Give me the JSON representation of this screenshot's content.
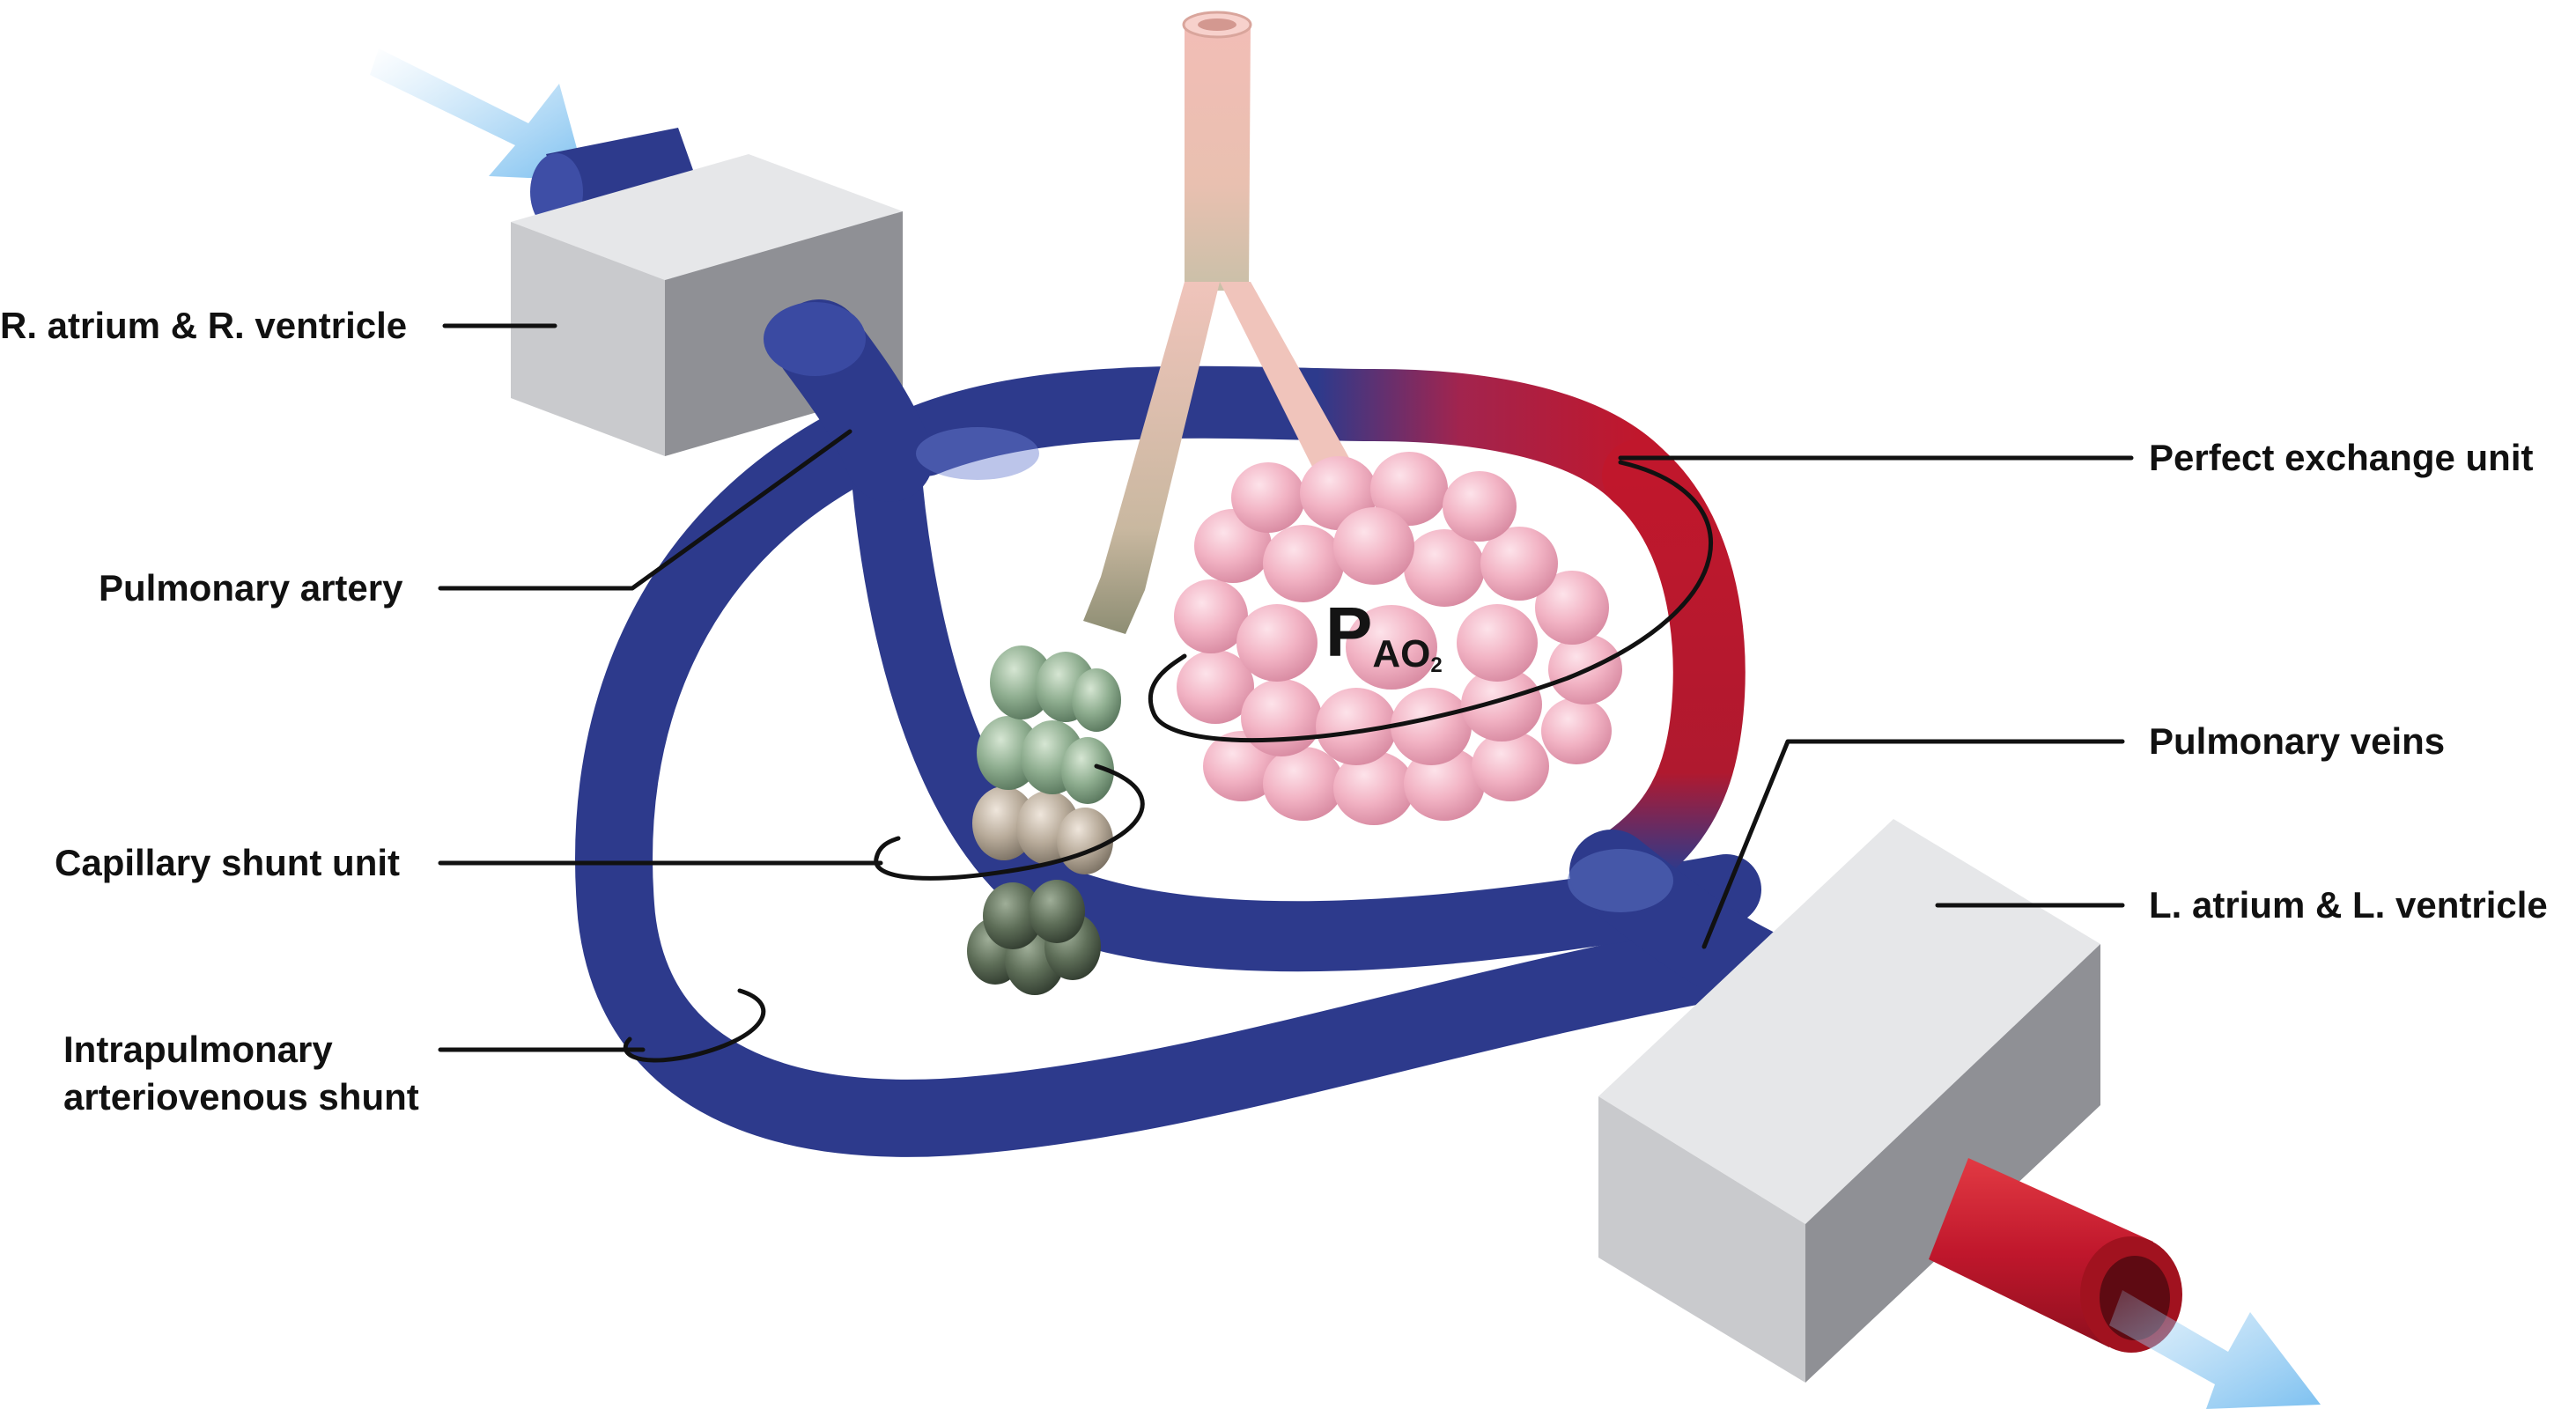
{
  "labels": {
    "r_heart": "R. atrium & R. ventricle",
    "pulmonary_artery": "Pulmonary artery",
    "capillary_shunt": "Capillary shunt unit",
    "ip_shunt_line1": "Intrapulmonary",
    "ip_shunt_line2": "arteriovenous shunt",
    "perfect_exchange": "Perfect exchange unit",
    "pulmonary_veins": "Pulmonary veins",
    "l_heart": "L. atrium & L. ventricle"
  },
  "alveolar_pressure": {
    "symbol": "P",
    "subscript": "A",
    "gas": "O",
    "gas_subscript": "2"
  },
  "colors": {
    "deoxygenated_vessel": "#2d3a8c",
    "oxygenated_vessel": "#c0172c",
    "heart_box": "#c9cacd",
    "airway": "#f0c4bd",
    "alveoli": "#f2b8c6",
    "shunt_alveoli": "#8fae90",
    "flow_arrow": "#9fd0f3"
  }
}
